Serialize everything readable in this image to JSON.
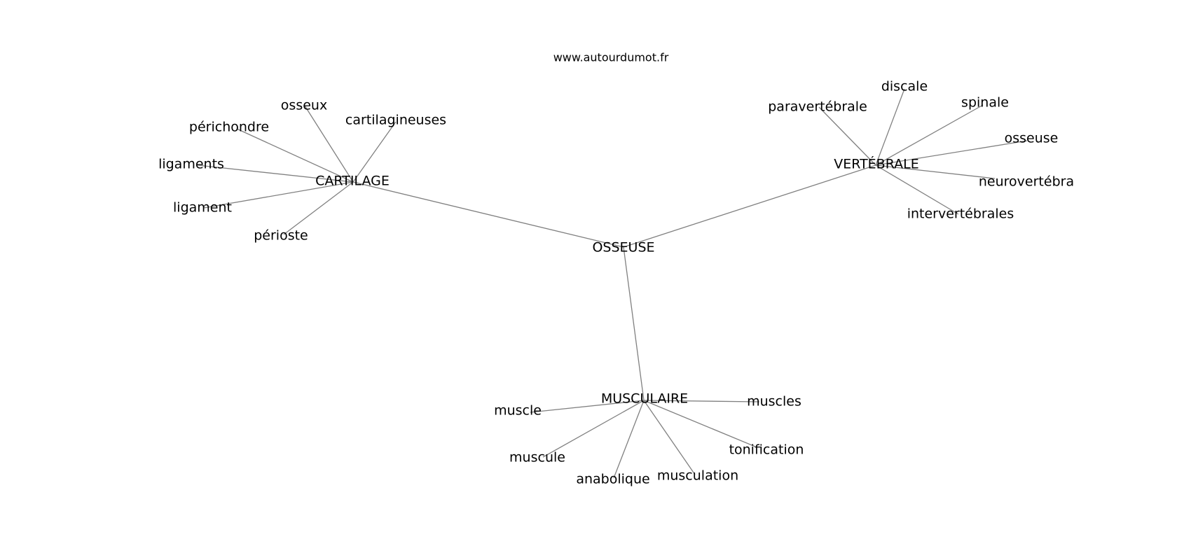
{
  "source": "www.autourdumot.fr",
  "graph": {
    "center": "OSSEUSE",
    "hubs": [
      {
        "label": "CARTILAGE",
        "neighbors": [
          "osseux",
          "cartilagineuses",
          "périchondre",
          "ligaments",
          "ligament",
          "périoste"
        ]
      },
      {
        "label": "VERTÉBRALE",
        "neighbors": [
          "discale",
          "paravertébrale",
          "spinale",
          "osseuse",
          "neurovertébra",
          "intervertébrales"
        ]
      },
      {
        "label": "MUSCULAIRE",
        "neighbors": [
          "muscles",
          "muscle",
          "tonification",
          "muscule",
          "musculation",
          "anabolique"
        ]
      }
    ]
  }
}
